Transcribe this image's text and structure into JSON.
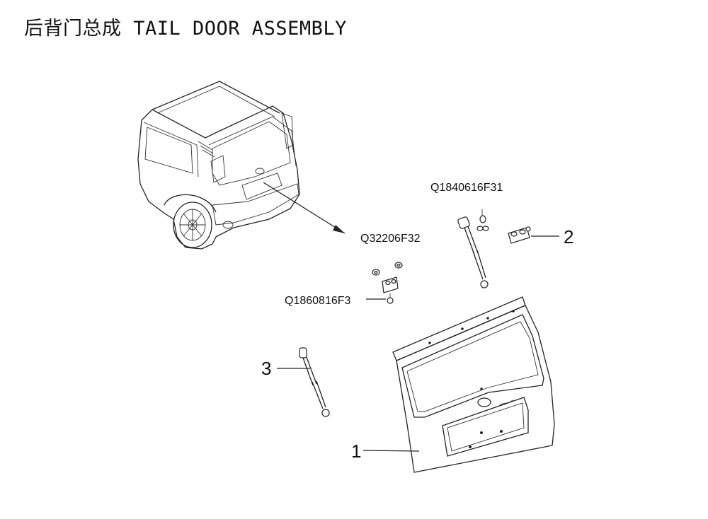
{
  "title": "后背门总成 TAIL DOOR ASSEMBLY",
  "callouts": [
    {
      "id": "1",
      "label": "1"
    },
    {
      "id": "2",
      "label": "2"
    },
    {
      "id": "3",
      "label": "3"
    }
  ],
  "part_codes": {
    "bolt_upper": "Q1840616F31",
    "washer": "Q32206F32",
    "bolt_lower": "Q1860816F3"
  }
}
